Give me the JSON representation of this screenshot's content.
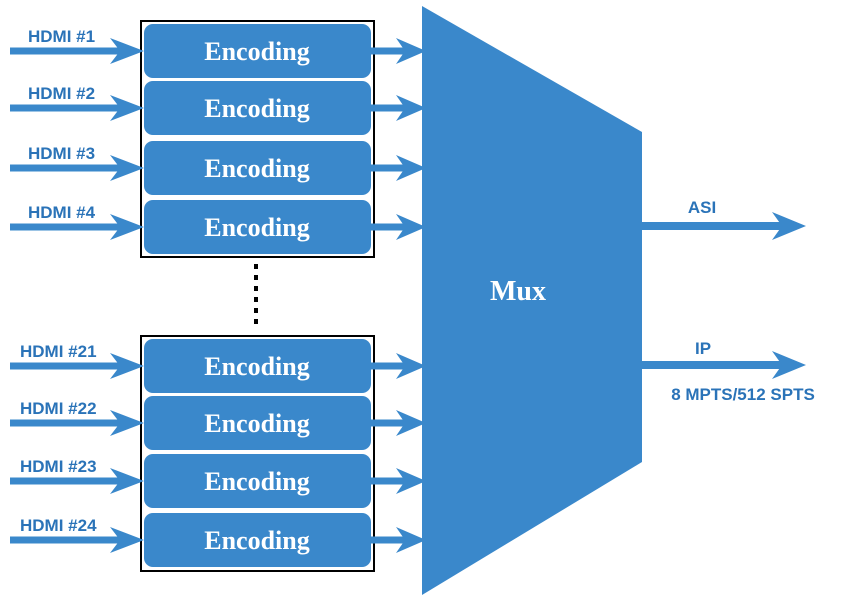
{
  "colors": {
    "accent": "#3a88cb",
    "label": "#2a73b8",
    "encoder_fill": "#3a88cb",
    "group_border": "#000000"
  },
  "groups": [
    {
      "channels": [
        {
          "input_label": "HDMI #1",
          "encoder_label": "Encoding"
        },
        {
          "input_label": "HDMI #2",
          "encoder_label": "Encoding"
        },
        {
          "input_label": "HDMI #3",
          "encoder_label": "Encoding"
        },
        {
          "input_label": "HDMI #4",
          "encoder_label": "Encoding"
        }
      ]
    },
    {
      "channels": [
        {
          "input_label": "HDMI #21",
          "encoder_label": "Encoding"
        },
        {
          "input_label": "HDMI #22",
          "encoder_label": "Encoding"
        },
        {
          "input_label": "HDMI #23",
          "encoder_label": "Encoding"
        },
        {
          "input_label": "HDMI #24",
          "encoder_label": "Encoding"
        }
      ]
    }
  ],
  "mux": {
    "label": "Mux"
  },
  "outputs": [
    {
      "label": "ASI",
      "sublabel": ""
    },
    {
      "label": "IP",
      "sublabel": "8  MPTS/512 SPTS"
    }
  ]
}
